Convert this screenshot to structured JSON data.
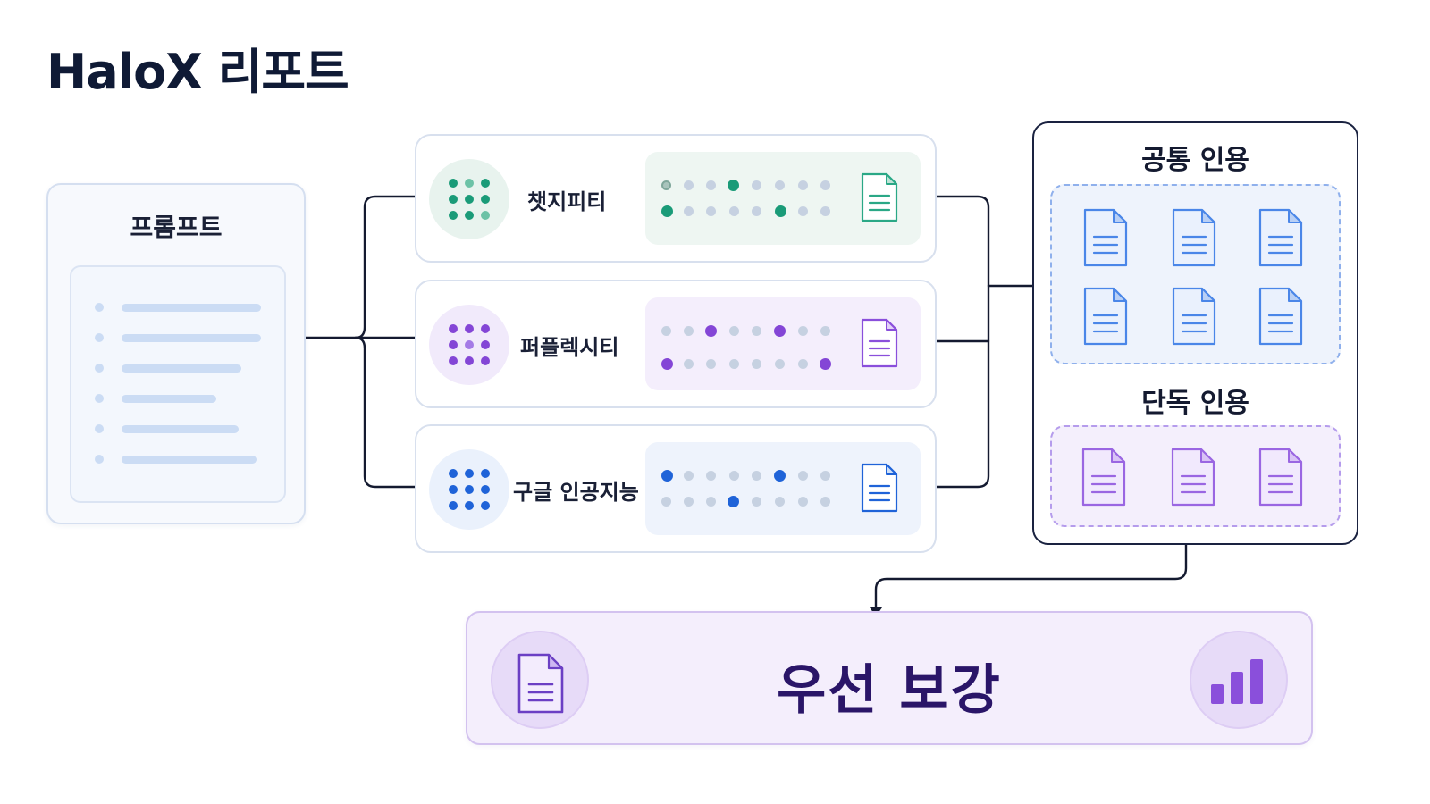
{
  "title": "HaloX 리포트",
  "prompt": {
    "label": "프롬프트",
    "lines": 6
  },
  "models": [
    {
      "name": "챗지피티",
      "color": "#1a9b78",
      "panel_bg": "#eef6f2"
    },
    {
      "name": "퍼플렉시티",
      "color": "#8446d6",
      "panel_bg": "#f4eefc"
    },
    {
      "name": "구글 인공지능",
      "color": "#1f63d8",
      "panel_bg": "#eef3fc"
    }
  ],
  "citations": {
    "common_label": "공통 인용",
    "common_count": 6,
    "solo_label": "단독 인용",
    "solo_count": 3
  },
  "result": {
    "label": "우선 보강",
    "left_icon": "document-icon",
    "right_icon": "bar-chart-icon"
  },
  "colors": {
    "dark": "#0f1a35",
    "blue": "#4a86e8",
    "purple": "#8a5ad8",
    "green": "#1a9b78"
  }
}
